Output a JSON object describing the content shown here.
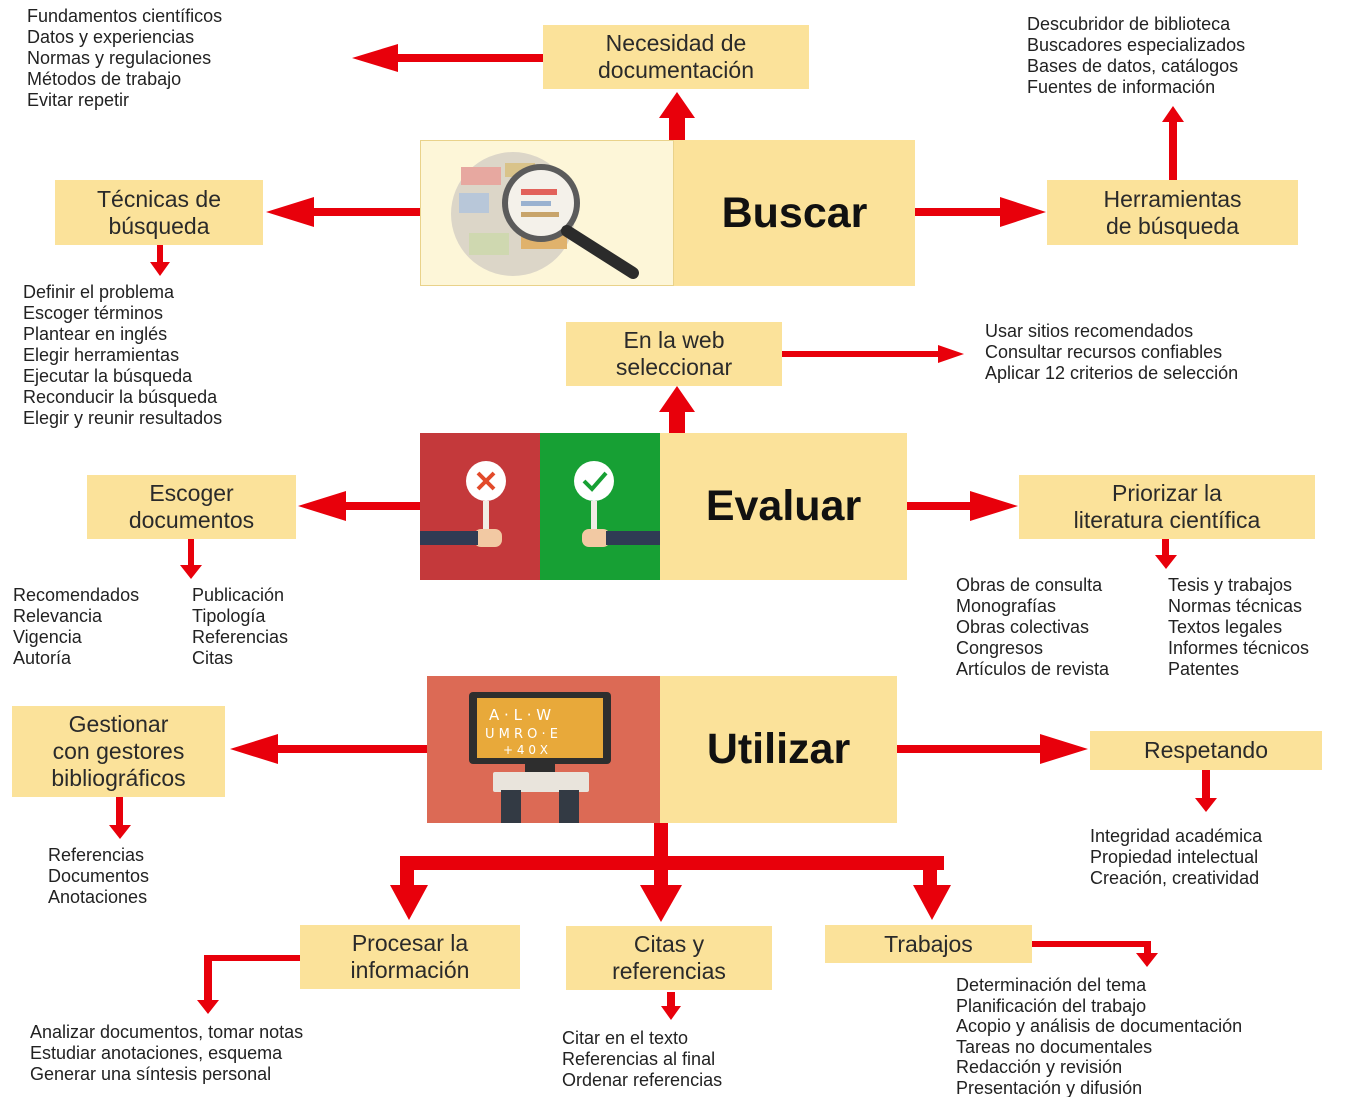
{
  "colors": {
    "box_fill": "#fbe29a",
    "arrow": "#e8000b",
    "evaluar_red": "#c4393b",
    "evaluar_green": "#17a034",
    "utilizar_bg": "#dc6a55"
  },
  "buscar": {
    "title": "Buscar",
    "necesidad": "Necesidad de\ndocumentación",
    "necesidad_list": [
      "Fundamentos científicos",
      "Datos y experiencias",
      "Normas y regulaciones",
      "Métodos de trabajo",
      "Evitar repetir"
    ],
    "tecnicas": "Técnicas de\nbúsqueda",
    "tecnicas_list": [
      "Definir el problema",
      "Escoger términos",
      "Plantear en inglés",
      "Elegir herramientas",
      "Ejecutar la búsqueda",
      "Reconducir la búsqueda",
      "Elegir y reunir resultados"
    ],
    "herramientas": "Herramientas\nde búsqueda",
    "herramientas_list": [
      "Descubridor de biblioteca",
      "Buscadores especializados",
      "Bases de datos, catálogos",
      "Fuentes de información"
    ]
  },
  "evaluar": {
    "title": "Evaluar",
    "web": "En la web\nseleccionar",
    "web_list": [
      "Usar sitios recomendados",
      "Consultar recursos confiables",
      "Aplicar 12 criterios de selección"
    ],
    "escoger": "Escoger\ndocumentos",
    "escoger_col1": [
      "Recomendados",
      "Relevancia",
      "Vigencia",
      "Autoría"
    ],
    "escoger_col2": [
      "Publicación",
      "Tipología",
      "Referencias",
      "Citas"
    ],
    "priorizar": "Priorizar la\nliteratura científica",
    "priorizar_col1": [
      "Obras de consulta",
      "Monografías",
      "Obras colectivas",
      "Congresos",
      "Artículos de revista"
    ],
    "priorizar_col2": [
      "Tesis y trabajos",
      "Normas técnicas",
      "Textos legales",
      "Informes técnicos",
      "Patentes"
    ]
  },
  "utilizar": {
    "title": "Utilizar",
    "gestionar": "Gestionar\ncon gestores\nbibliográficos",
    "gestionar_list": [
      "Referencias",
      "Documentos",
      "Anotaciones"
    ],
    "respetando": "Respetando",
    "respetando_list": [
      "Integridad académica",
      "Propiedad intelectual",
      "Creación, creatividad"
    ],
    "procesar": "Procesar la\ninformación",
    "procesar_list": [
      "Analizar documentos, tomar notas",
      "Estudiar anotaciones, esquema",
      "Generar una síntesis personal"
    ],
    "citas": "Citas y\nreferencias",
    "citas_list": [
      "Citar en el texto",
      "Referencias al final",
      "Ordenar referencias"
    ],
    "trabajos": "Trabajos",
    "trabajos_list": [
      "Determinación del tema",
      "Planificación del trabajo",
      "Acopio y análisis de documentación",
      "Tareas no documentales",
      "Redacción y revisión",
      "Presentación y difusión"
    ]
  }
}
